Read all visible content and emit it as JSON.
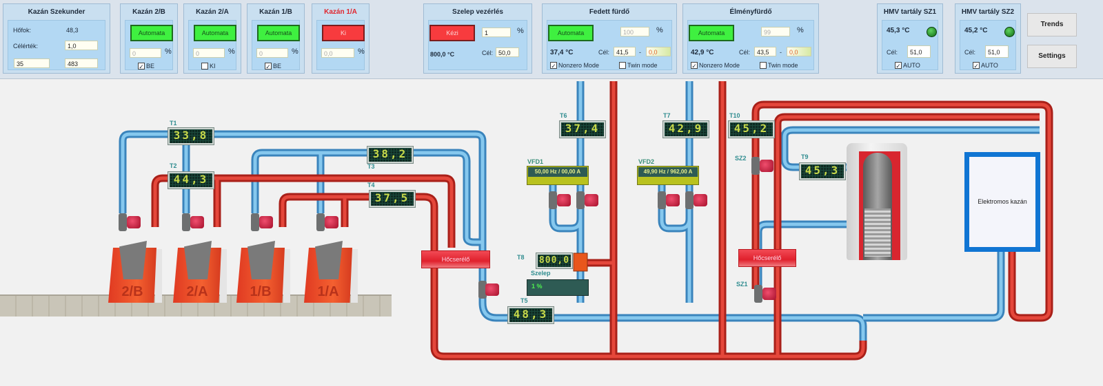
{
  "kazan_szekunder": {
    "title": "Kazán Szekunder",
    "hofok_label": "Hőfok:",
    "hofok_value": "48,3",
    "celertek_label": "Célérték:",
    "celertek_value": "1,0",
    "field_left": "35",
    "field_right": "483"
  },
  "boilers": [
    {
      "title": "Kazán 2/B",
      "mode": "Automata",
      "mode_state": "auto",
      "percent": "0",
      "percent_unit": "%",
      "checkbox_label": "BE",
      "checked": true
    },
    {
      "title": "Kazán 2/A",
      "mode": "Automata",
      "mode_state": "auto",
      "percent": "0",
      "percent_unit": "%",
      "checkbox_label": "KI",
      "checked": false
    },
    {
      "title": "Kazán 1/B",
      "mode": "Automata",
      "mode_state": "auto",
      "percent": "0",
      "percent_unit": "%",
      "checkbox_label": "BE",
      "checked": true
    },
    {
      "title": "Kazán 1/A",
      "mode": "Ki",
      "mode_state": "off",
      "percent": "0,0",
      "percent_unit": "%"
    }
  ],
  "szelep_vezerles": {
    "title": "Szelep vezérlés",
    "mode": "Kézi",
    "percent": "1",
    "percent_unit": "%",
    "temperature": "800,0 °C",
    "cel_label": "Cél:",
    "cel_value": "50,0"
  },
  "fedett_furdo": {
    "title": "Fedett fürdő",
    "mode": "Automata",
    "percent": "100",
    "percent_unit": "%",
    "temperature": "37,4 °C",
    "cel_label": "Cél:",
    "cel_value": "41,5",
    "separator": "-",
    "offset": "0,0",
    "nonzero_label": "Nonzero Mode",
    "nonzero_checked": true,
    "twin_label": "Twin mode",
    "twin_checked": false
  },
  "elmenyfurdo": {
    "title": "Élményfürdő",
    "mode": "Automata",
    "percent": "99",
    "percent_unit": "%",
    "temperature": "42,9 °C",
    "cel_label": "Cél:",
    "cel_value": "43,5",
    "separator": "-",
    "offset": "0,0",
    "nonzero_label": "Nonzero Mode",
    "nonzero_checked": true,
    "twin_label": "Twin mode",
    "twin_checked": false
  },
  "hmv_sz1": {
    "title": "HMV tartály SZ1",
    "temperature": "45,3 °C",
    "cel_label": "Cél:",
    "cel_value": "51,0",
    "auto_label": "AUTO",
    "auto_checked": true,
    "led": "green"
  },
  "hmv_sz2": {
    "title": "HMV tartály SZ2",
    "temperature": "45,2 °C",
    "cel_label": "Cél:",
    "cel_value": "51,0",
    "auto_label": "AUTO",
    "auto_checked": true,
    "led": "green"
  },
  "buttons": {
    "trends": "Trends",
    "settings": "Settings"
  },
  "sensors": {
    "T1": {
      "label": "T1",
      "value": "33,8"
    },
    "T2": {
      "label": "T2",
      "value": "44,3"
    },
    "T3": {
      "label": "T3",
      "value": "38,2"
    },
    "T4": {
      "label": "T4",
      "value": "37,5"
    },
    "T5": {
      "label": "T5",
      "value": "48,3"
    },
    "T6": {
      "label": "T6",
      "value": "37,4"
    },
    "T7": {
      "label": "T7",
      "value": "42,9"
    },
    "T8": {
      "label": "T8",
      "value": "800,0"
    },
    "T9": {
      "label": "T9",
      "value": "45,3"
    },
    "T10": {
      "label": "T10",
      "value": "45,2"
    }
  },
  "vfd1": {
    "label": "VFD1",
    "value": "50,00 Hz / 00,00 A"
  },
  "vfd2": {
    "label": "VFD2",
    "value": "49,90 Hz / 962,00 A"
  },
  "szelep": {
    "label": "Szelep",
    "value": "1 %",
    "percent": 1
  },
  "heat_exchangers": [
    "Hőcserélő",
    "Hőcserélő"
  ],
  "pump_labels": {
    "sz1": "SZ1",
    "sz2": "SZ2"
  },
  "boiler_names": [
    "2/B",
    "2/A",
    "1/B",
    "1/A"
  ],
  "electric_boiler": "Elektromos kazán",
  "colors": {
    "hot_pipe": "#d9342b",
    "cold_pipe": "#5eb3e4",
    "auto_green": "#3ff040",
    "off_red": "#f73b3e",
    "panel_bg": "#b3d8f3"
  }
}
